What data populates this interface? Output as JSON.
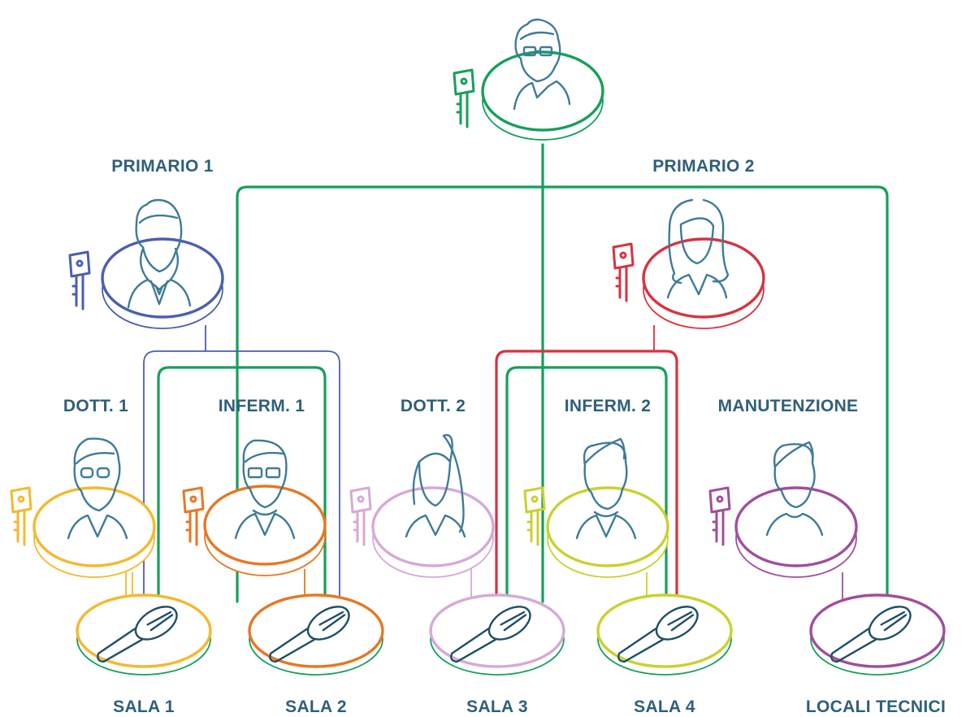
{
  "colors": {
    "green": "#14a05a",
    "blue": "#4a5fae",
    "red": "#d8323f",
    "yellow": "#f5b82e",
    "orange": "#e87722",
    "lilac": "#d6a9d6",
    "lime": "#c9d12e",
    "purple": "#a04e9c",
    "label": "#2f5f7a"
  },
  "people": {
    "director": {
      "label": ""
    },
    "primario1": {
      "label": "PRIMARIO 1"
    },
    "primario2": {
      "label": "PRIMARIO 2"
    },
    "dott1": {
      "label": "DOTT. 1"
    },
    "inferm1": {
      "label": "INFERM. 1"
    },
    "dott2": {
      "label": "DOTT. 2"
    },
    "inferm2": {
      "label": "INFERM. 2"
    },
    "manutenzione": {
      "label": "MANUTENZIONE"
    }
  },
  "rooms": {
    "sala1": {
      "label": "SALA 1"
    },
    "sala2": {
      "label": "SALA 2"
    },
    "sala3": {
      "label": "SALA 3"
    },
    "sala4": {
      "label": "SALA 4"
    },
    "locali": {
      "label": "LOCALI TECNICI"
    }
  }
}
